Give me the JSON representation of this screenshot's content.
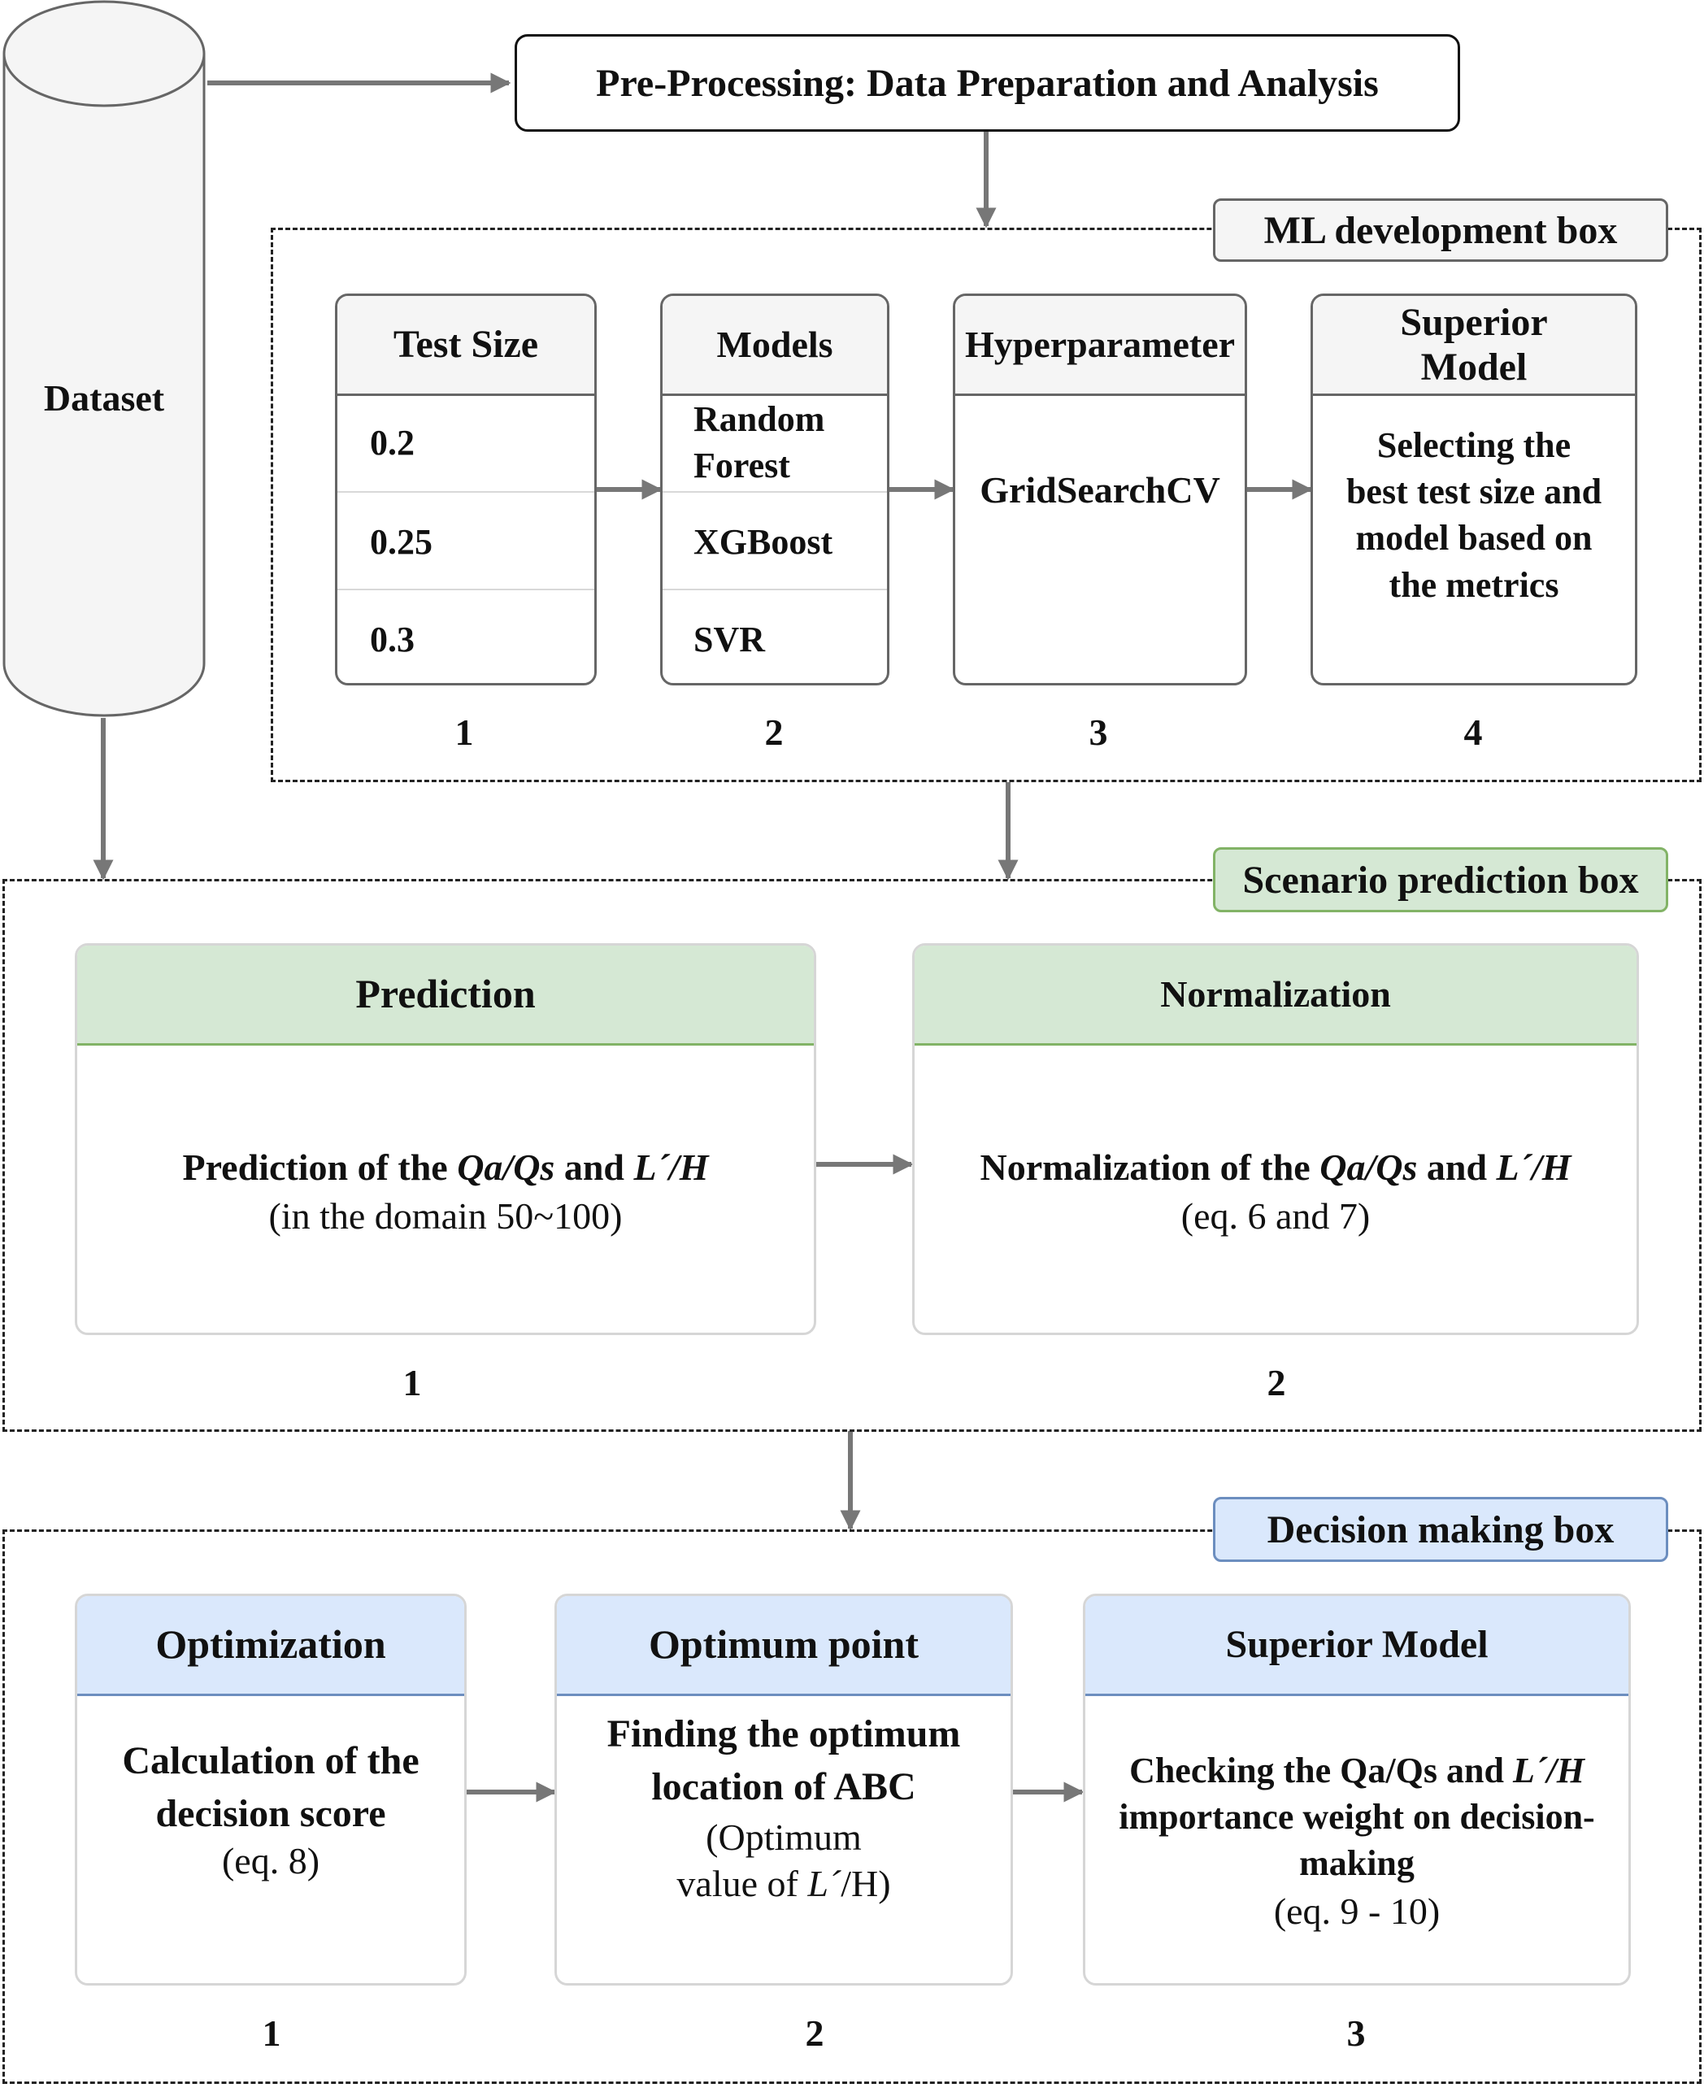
{
  "dataset": {
    "label": "Dataset"
  },
  "preprocessing": {
    "label": "Pre-Processing: Data Preparation and Analysis"
  },
  "ml_box": {
    "tag": "ML development box",
    "test_size": {
      "title": "Test Size",
      "values": [
        "0.2",
        "0.25",
        "0.3"
      ],
      "step": "1"
    },
    "models": {
      "title": "Models",
      "values": [
        "Random Forest",
        "XGBoost",
        "SVR"
      ],
      "step": "2"
    },
    "hyperparameter": {
      "title": "Hyperparameter",
      "body": "GridSearchCV",
      "step": "3"
    },
    "superior": {
      "title": "Superior Model",
      "body": "Selecting the best test size and model based on the metrics",
      "step": "4"
    }
  },
  "scenario_box": {
    "tag": "Scenario prediction box",
    "prediction": {
      "title": "Prediction",
      "line1_pre": "Prediction of the ",
      "line1_em1": "Qa/Qs",
      "line1_mid": " and ",
      "line1_em2": "L´/H",
      "line2": "(in the domain 50~100)",
      "step": "1"
    },
    "normalization": {
      "title": "Normalization",
      "line1_pre": "Normalization of the ",
      "line1_em1": "Qa/Qs",
      "line1_mid": " and ",
      "line1_em2": "L´/H",
      "line2": "(eq. 6 and 7)",
      "step": "2"
    }
  },
  "decision_box": {
    "tag": "Decision making box",
    "optimization": {
      "title": "Optimization",
      "line1": "Calculation of the",
      "line2": "decision score",
      "line3": "(eq. 8)",
      "step": "1"
    },
    "optimum": {
      "title": "Optimum point",
      "line1": "Finding the optimum",
      "line2": "location of ABC",
      "line3": "(Optimum",
      "line4_pre": "value of ",
      "line4_em": "L´",
      "line4_post": "/H)",
      "step": "2"
    },
    "superior": {
      "title": "Superior Model",
      "line1_pre": "Checking the Qa/Qs and ",
      "line1_em": "L´/H",
      "line2": "importance weight on decision-",
      "line3": "making",
      "line4": "(eq. 9 - 10)",
      "step": "3"
    }
  }
}
